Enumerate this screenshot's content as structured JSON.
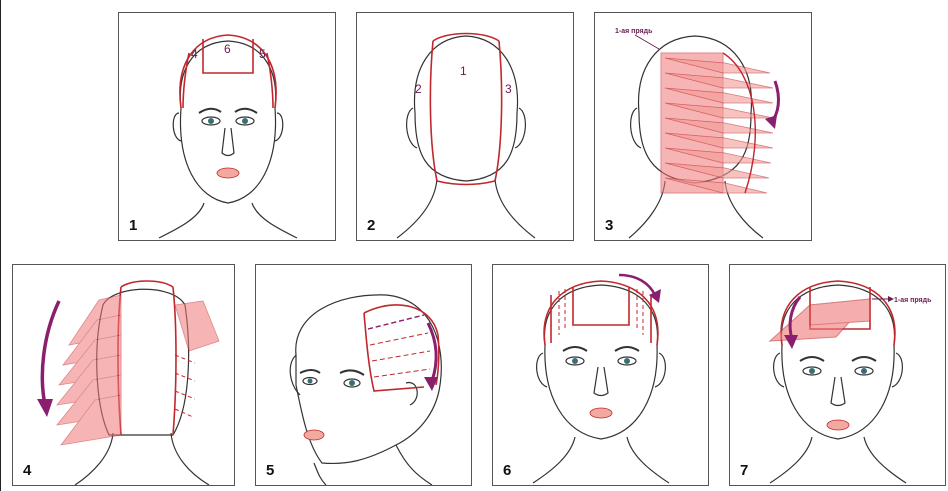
{
  "panels": [
    {
      "number": "1",
      "zones": [
        "4",
        "6",
        "5"
      ]
    },
    {
      "number": "2",
      "zones": [
        "1",
        "2",
        "3"
      ]
    },
    {
      "number": "3",
      "note": "1-ая прядь"
    },
    {
      "number": "4"
    },
    {
      "number": "5"
    },
    {
      "number": "6"
    },
    {
      "number": "7",
      "note": "1-ая прядь"
    }
  ],
  "colors": {
    "section_line": "#c0282d",
    "strand_fill": "#f07a78",
    "arrow": "#8a1f6e",
    "outline": "#333333"
  }
}
